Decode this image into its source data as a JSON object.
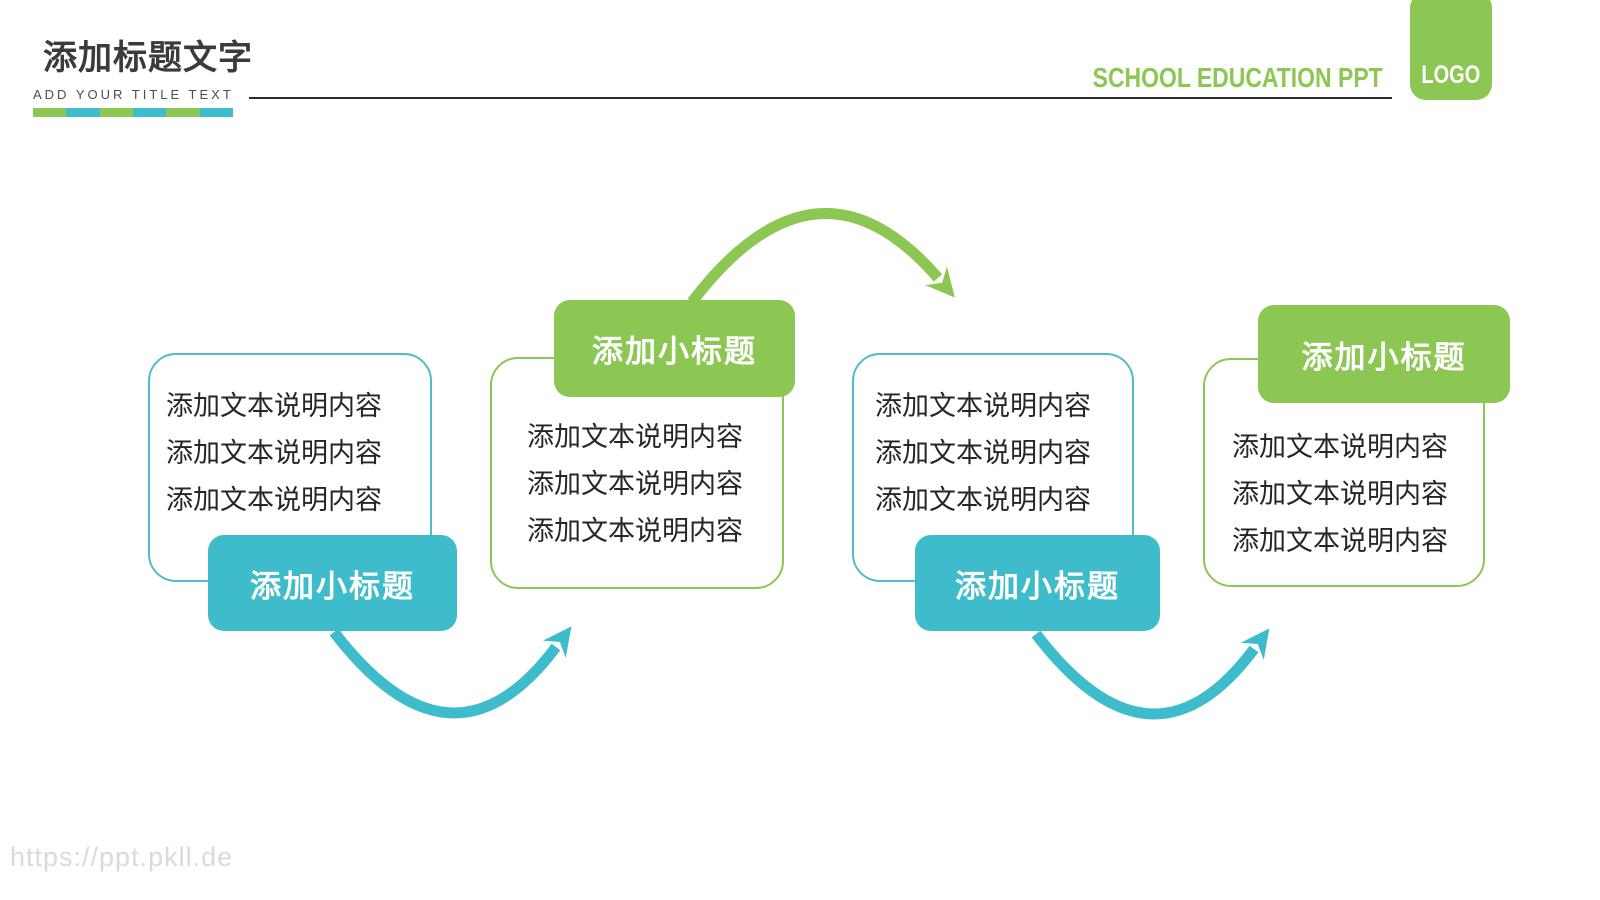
{
  "header": {
    "title": "添加标题文字",
    "subtitle": "ADD YOUR TITLE TEXT",
    "brand": "SCHOOL EDUCATION PPT",
    "logo_label": "LOGO"
  },
  "accent_colors": {
    "green": "#8CC653",
    "teal": "#3FBCCB",
    "underline_segment_pattern": [
      "#8CC653",
      "#3FBCCB",
      "#8CC653",
      "#3FBCCB",
      "#8CC653",
      "#3FBCCB"
    ]
  },
  "groups": [
    {
      "badge_label": "添加小标题",
      "badge_color": "#3FBCCB",
      "badge_position": "bottom-right",
      "lines": [
        "添加文本说明内容",
        "添加文本说明内容",
        "添加文本说明内容"
      ]
    },
    {
      "badge_label": "添加小标题",
      "badge_color": "#8CC653",
      "badge_position": "top-right",
      "lines": [
        "添加文本说明内容",
        "添加文本说明内容",
        "添加文本说明内容"
      ]
    },
    {
      "badge_label": "添加小标题",
      "badge_color": "#3FBCCB",
      "badge_position": "bottom-right",
      "lines": [
        "添加文本说明内容",
        "添加文本说明内容",
        "添加文本说明内容"
      ]
    },
    {
      "badge_label": "添加小标题",
      "badge_color": "#8CC653",
      "badge_position": "top-right",
      "lines": [
        "添加文本说明内容",
        "添加文本说明内容",
        "添加文本说明内容"
      ]
    }
  ],
  "connectors": [
    {
      "name": "arch-top-green",
      "color": "#8CC653",
      "shape": "arc-over",
      "from": "group-2-badge",
      "to": "group-3-card"
    },
    {
      "name": "arc-bottom-teal-1",
      "color": "#3FBCCB",
      "shape": "arc-under",
      "from": "group-1-badge",
      "to": "group-2-card"
    },
    {
      "name": "arc-bottom-teal-2",
      "color": "#3FBCCB",
      "shape": "arc-under",
      "from": "group-3-badge",
      "to": "group-4-card"
    }
  ],
  "watermark": "https://ppt.pkll.de"
}
